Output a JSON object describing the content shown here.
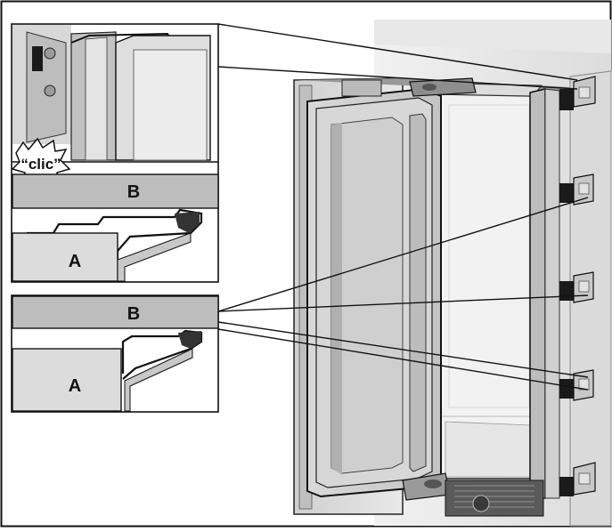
{
  "callout_top": {
    "sound_label": "“clic”",
    "label_b": "B",
    "label_a": "A"
  },
  "callout_bottom": {
    "label_b": "B",
    "label_a": "A"
  },
  "colors": {
    "frame": "#111111",
    "panel_fill": "#e6e6e6",
    "rail_gray": "#bdbdbd",
    "dark_part": "#333333",
    "cabinet_side": "#d2d2d2",
    "door_fill": "#cfcfcf",
    "interior": "#f2f2f2"
  }
}
